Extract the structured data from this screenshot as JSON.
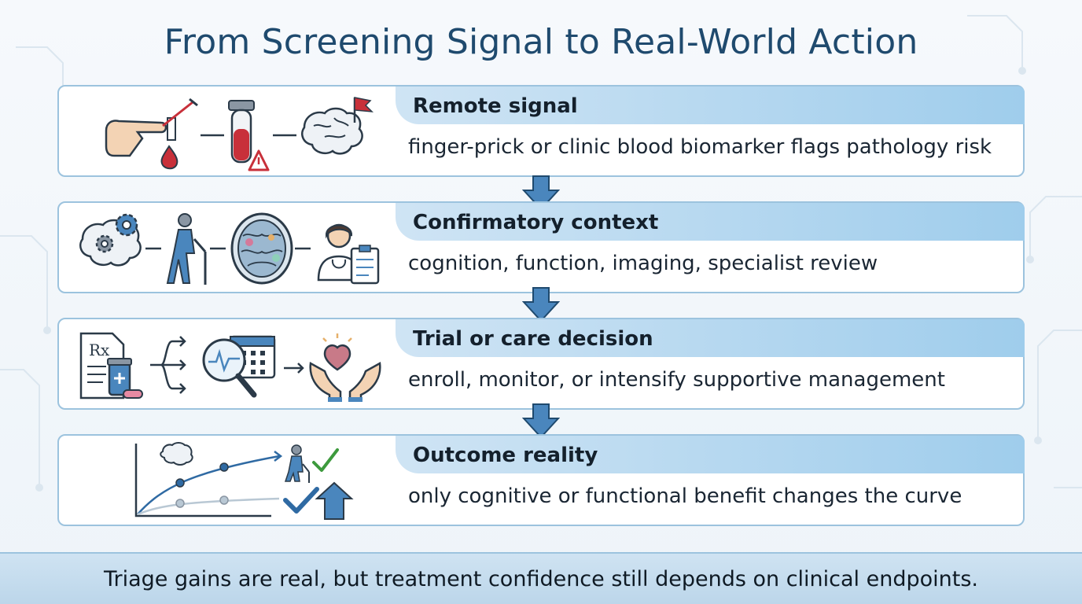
{
  "title": "From Screening Signal to Real-World Action",
  "steps": [
    {
      "heading": "Remote signal",
      "description": "finger-prick or clinic blood biomarker flags pathology risk",
      "icons": [
        "finger-prick-icon",
        "blood-tube-warning-icon",
        "brain-flag-icon"
      ]
    },
    {
      "heading": "Confirmatory context",
      "description": "cognition, function, imaging, specialist review",
      "icons": [
        "brain-gears-icon",
        "walking-person-icon",
        "brain-scan-icon",
        "doctor-clipboard-icon"
      ]
    },
    {
      "heading": "Trial or care decision",
      "description": "enroll, monitor, or intensify supportive management",
      "icons": [
        "prescription-icon",
        "branch-arrows-icon",
        "magnifier-calendar-icon",
        "hands-heart-icon"
      ],
      "rx_symbol": "Rx"
    },
    {
      "heading": "Outcome reality",
      "description": "only cognitive or functional benefit changes the curve",
      "icons": [
        "outcome-curve-icon",
        "walking-person-check-icon",
        "check-arrow-up-icon"
      ]
    }
  ],
  "footer": "Triage gains are real, but treatment confidence still depends on clinical endpoints.",
  "colors": {
    "title": "#1f4a6e",
    "accent": "#4a86bd",
    "header_band": "#9fcdec",
    "warning_red": "#c8303a",
    "check_green": "#3d9a3d"
  }
}
